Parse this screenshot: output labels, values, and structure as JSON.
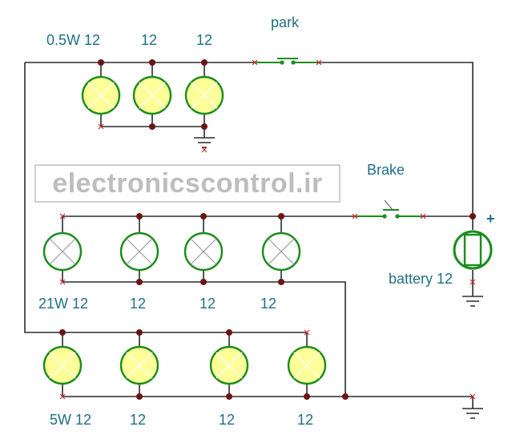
{
  "watermark": "electronicscontrol.ir",
  "switches": {
    "park": "park",
    "brake": "Brake"
  },
  "battery": {
    "label": "battery 12",
    "plus": "+"
  },
  "lamp_groups": [
    {
      "labels": [
        "0.5W 12",
        "12",
        "12"
      ],
      "fill": "#ffff99"
    },
    {
      "labels": [
        "21W 12",
        "12",
        "12",
        "12"
      ],
      "fill": "#ffffff"
    },
    {
      "labels": [
        "5W 12",
        "12",
        "12",
        "12"
      ],
      "fill": "#ffff99"
    }
  ],
  "colors": {
    "wire": "#2b2b2b",
    "node": "#6b1414",
    "switch": "#1c8c1c",
    "terminal_marker": "#cc2222",
    "battery": "#1c8c1c",
    "label": "#1f6f86",
    "watermark": "#bdbdbd"
  }
}
